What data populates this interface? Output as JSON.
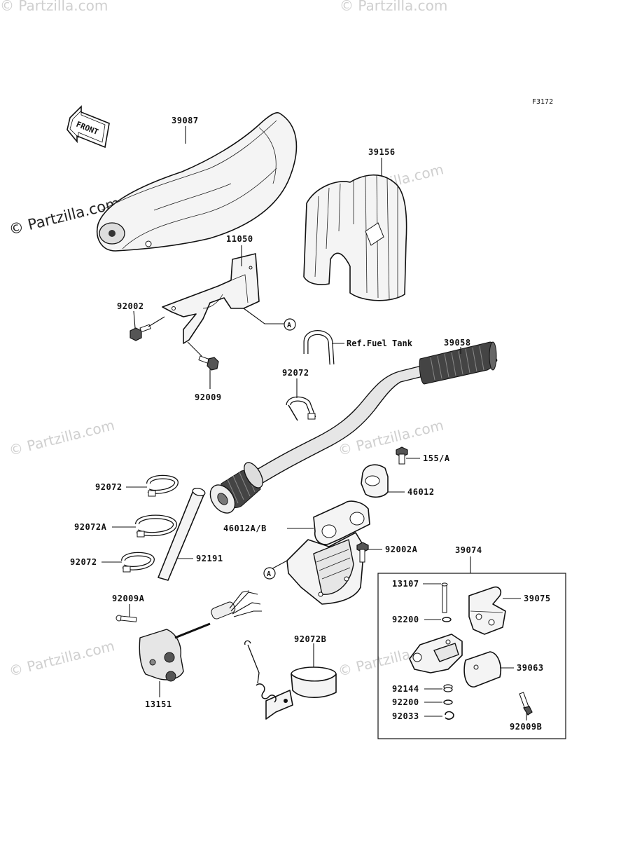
{
  "code": "F3172",
  "front_label": "FRONT",
  "watermark": "© Partzilla.com",
  "ref_note": "Ref.Fuel Tank",
  "callout_a": "A",
  "parts": {
    "p39087": "39087",
    "p39156": "39156",
    "p11050": "11050",
    "p92002": "92002",
    "p92009": "92009",
    "p39058": "39058",
    "p92072_top": "92072",
    "p155a": "155/A",
    "p46012": "46012",
    "p46012ab": "46012A/B",
    "p92002a": "92002A",
    "p92072_a": "92072",
    "p92072a": "92072A",
    "p92072_b": "92072",
    "p92191": "92191",
    "p92009a": "92009A",
    "p13151": "13151",
    "p92072b": "92072B",
    "p39074": "39074",
    "p13107": "13107",
    "p39075": "39075",
    "p92200_1": "92200",
    "p39063": "39063",
    "p92144": "92144",
    "p92200_2": "92200",
    "p92033": "92033",
    "p92009b": "92009B"
  }
}
